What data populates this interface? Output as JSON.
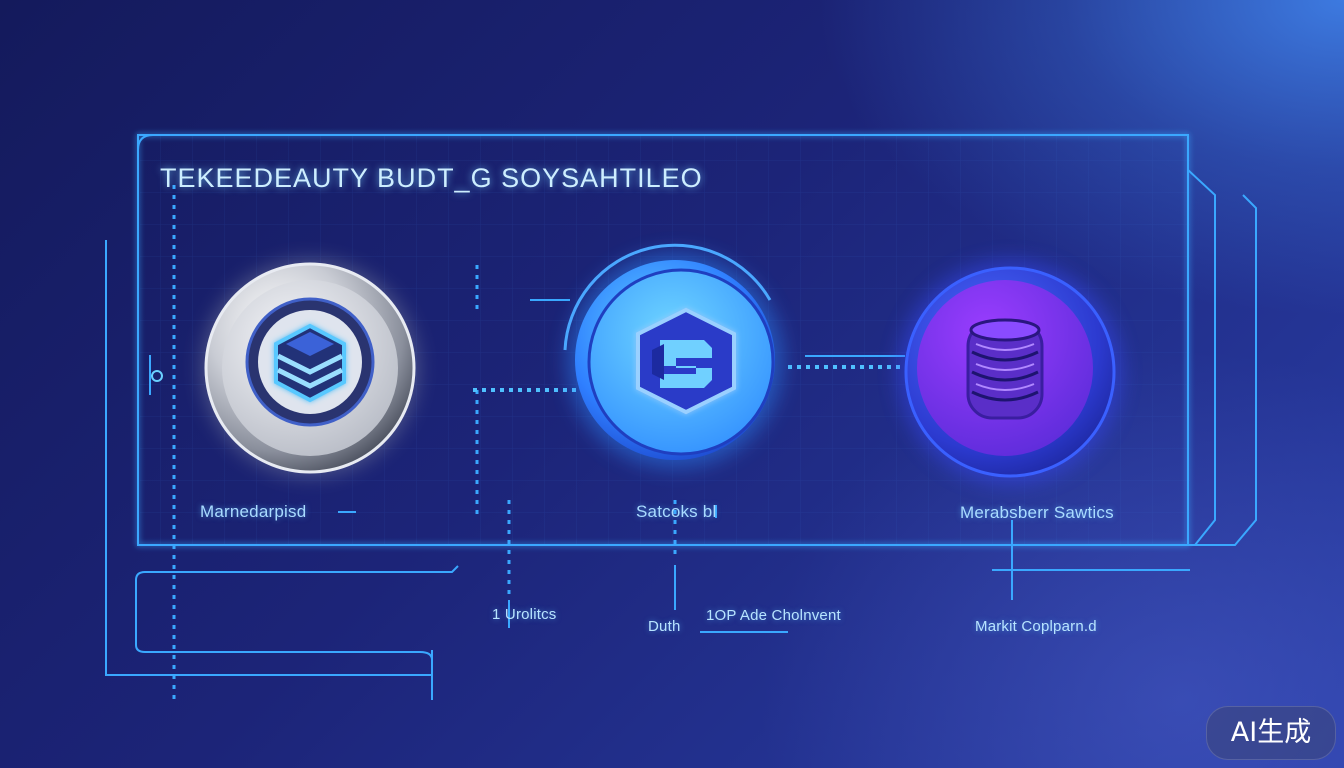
{
  "title": "TEKEEDEAUTY BUDT_G SOYSAHTILEO",
  "nodes": [
    {
      "id": "node-1",
      "icon": "layers-cube-icon",
      "label": "Marnedarpisd"
    },
    {
      "id": "node-2",
      "icon": "hexagon-s-icon",
      "label": "Satcoks bl"
    },
    {
      "id": "node-3",
      "icon": "database-stack-icon",
      "label": "Merabsberr Sawtics"
    }
  ],
  "sub_labels": {
    "left": "1 Urolitcs",
    "mid_left": "Duth",
    "mid_right": "1OP Ade Cholnvent",
    "right": "Markit Coplparn.d"
  },
  "badge": "AI生成",
  "colors": {
    "background": "#1c2478",
    "line": "#3aa8ff",
    "node_silver": "#d9dde6",
    "node_blue": "#35a4ff",
    "node_purple": "#8a35ff"
  }
}
